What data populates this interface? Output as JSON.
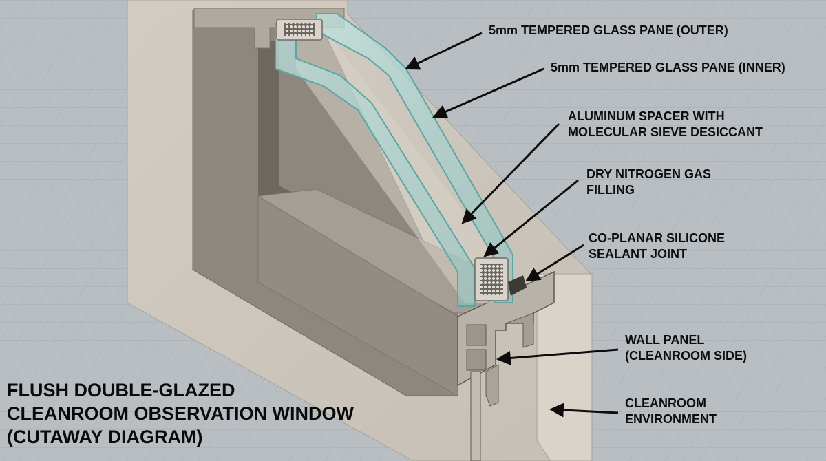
{
  "title_lines": [
    "FLUSH DOUBLE-GLAZED",
    "CLEANROOM OBSERVATION WINDOW",
    "(CUTAWAY DIAGRAM)"
  ],
  "callouts": [
    {
      "id": "outer-pane",
      "lines": [
        "5mm TEMPERED GLASS PANE (OUTER)"
      ]
    },
    {
      "id": "inner-pane",
      "lines": [
        "5mm TEMPERED GLASS PANE (INNER)"
      ]
    },
    {
      "id": "spacer",
      "lines": [
        "ALUMINUM SPACER WITH",
        "MOLECULAR SIEVE DESICCANT"
      ]
    },
    {
      "id": "nitrogen",
      "lines": [
        "DRY NITROGEN GAS",
        "FILLING"
      ]
    },
    {
      "id": "sealant",
      "lines": [
        "CO-PLANAR SILICONE",
        "SEALANT JOINT"
      ]
    },
    {
      "id": "wall-panel",
      "lines": [
        "WALL PANEL",
        "(CLEANROOM SIDE)"
      ]
    },
    {
      "id": "environment",
      "lines": [
        "CLEANROOM",
        "ENVIRONMENT"
      ]
    }
  ],
  "colors": {
    "background": "#b9bec3",
    "grid": "#a9aeb4",
    "wall_face": "#cdc6bc",
    "frame_front": "#8e877e",
    "frame_top": "#a59e94",
    "aluminum": "#b7b2aa",
    "glass": "#9fd0cf",
    "glass_edge": "#5aa6a2",
    "desiccant": "#d8d4cc",
    "arrow": "#0d0d0d",
    "text": "#0d0d0d"
  }
}
